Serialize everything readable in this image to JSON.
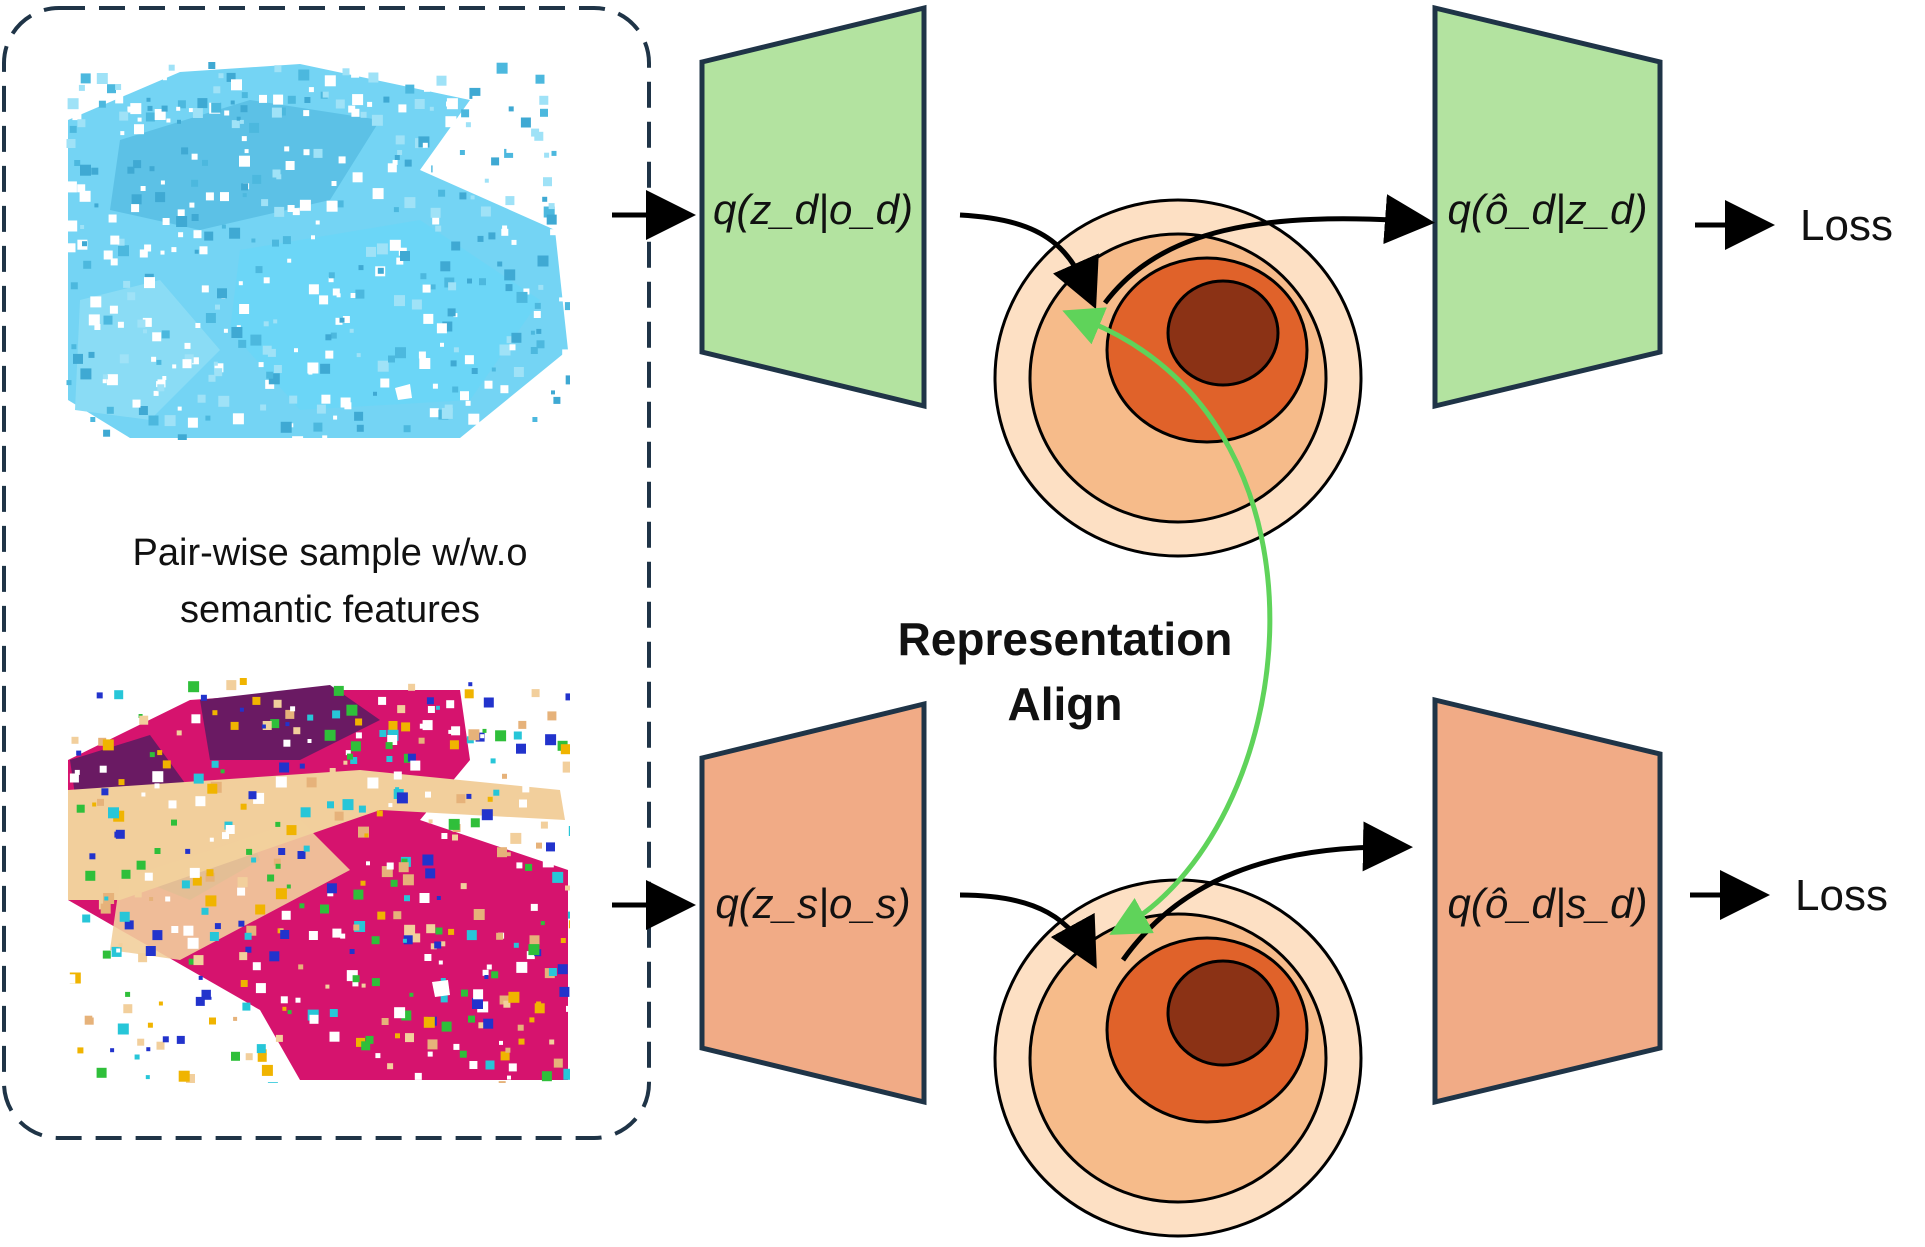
{
  "sample_caption": [
    "Pair-wise sample w/w.o",
    "semantic features"
  ],
  "align_label": [
    "Representation",
    "Align"
  ],
  "top_branch": {
    "encoder_label": "q(z_d|o_d)",
    "decoder_label": "q(ô_d|z_d)",
    "output_label": "Loss",
    "color": "#b3e3a0"
  },
  "bottom_branch": {
    "encoder_label": "q(z_s|o_s)",
    "decoder_label": "q(ô_d|s_d)",
    "output_label": "Loss",
    "color": "#f1ab86"
  },
  "colors": {
    "outline": "#1f3447",
    "align_arrow": "#5fd35a",
    "ring_outer": "#fde0c4",
    "ring_mid": "#f6bb8a",
    "ring_inner": "#e0622a",
    "ring_core": "#8b3215",
    "voxel_plain": "#6fd0f0",
    "voxel_road": "#d6136e",
    "voxel_building": "#f2cf9c"
  }
}
